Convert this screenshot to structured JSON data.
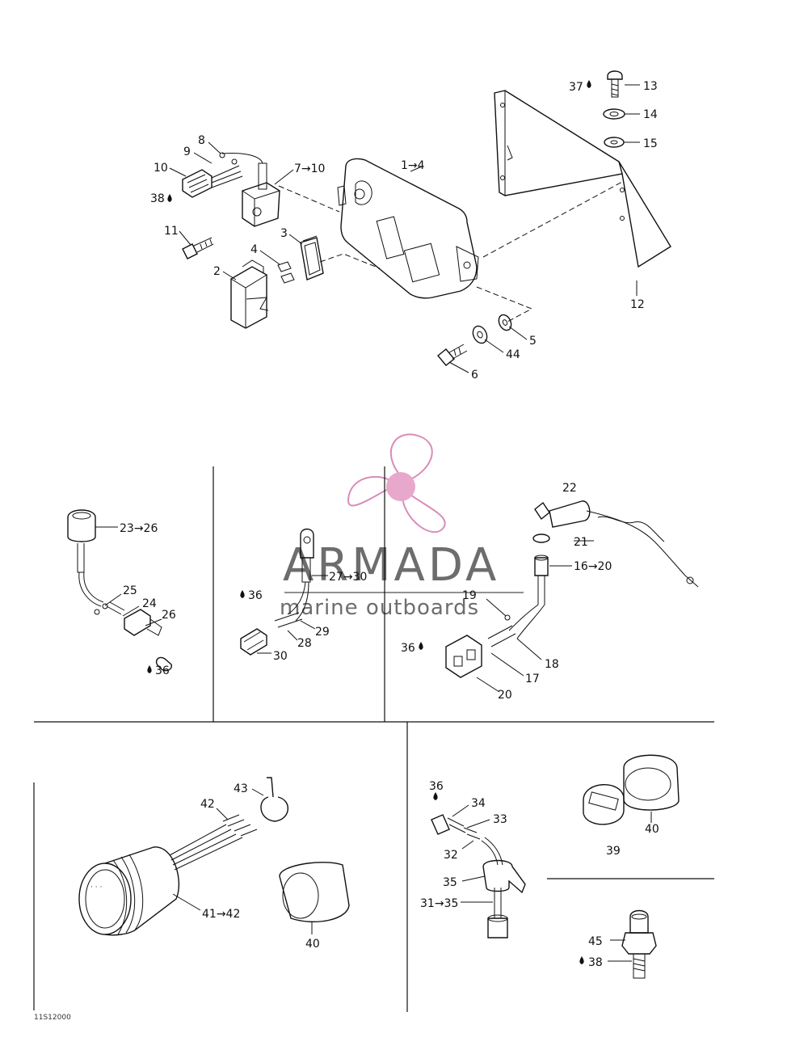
{
  "watermark": {
    "brand": "ARMADA",
    "tagline": "marine outboards",
    "logo_icon": "propeller-icon",
    "color": "#e8a8cc",
    "text_color": "#6d6d6d"
  },
  "drawing_ref": "11S12000",
  "labels": {
    "l13": "13",
    "l14": "14",
    "l15": "15",
    "l37": "37",
    "l1_4": "1→4",
    "l7_10": "7→10",
    "l8": "8",
    "l9": "9",
    "l10": "10",
    "l38a": "38",
    "l11": "11",
    "l4": "4",
    "l3": "3",
    "l2": "2",
    "l12": "12",
    "l5": "5",
    "l44": "44",
    "l6": "6",
    "l23_26": "23→26",
    "l25": "25",
    "l24": "24",
    "l26": "26",
    "l36a": "36",
    "l36b": "36",
    "l27_30": "27→30",
    "l29": "29",
    "l28": "28",
    "l30": "30",
    "l22": "22",
    "l21": "21",
    "l16_20": "16→20",
    "l19": "19",
    "l36c": "36",
    "l18": "18",
    "l17": "17",
    "l20": "20",
    "l43": "43",
    "l42": "42",
    "l41_42": "41→42",
    "l40a": "40",
    "l36d": "36",
    "l34": "34",
    "l33": "33",
    "l32": "32",
    "l35": "35",
    "l31_35": "31→35",
    "l39": "39",
    "l40b": "40",
    "l45": "45",
    "l38b": "38"
  }
}
